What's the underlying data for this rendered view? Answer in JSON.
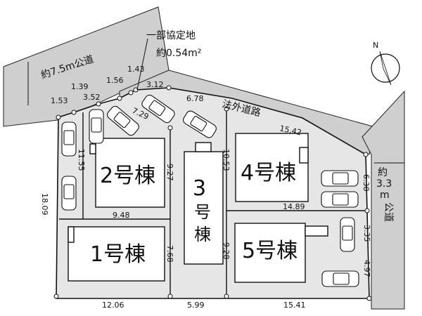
{
  "roads": {
    "top_left": "約7.5m公道",
    "top_right": "法外道路",
    "right_line1": "約",
    "right_line2": "3.3",
    "right_line3": "m",
    "right_line4": "公道"
  },
  "shared_land": {
    "line1": "一部協定地",
    "line2": "約0.54m²"
  },
  "north": {
    "label": "N"
  },
  "lots": {
    "lot1": "1号棟",
    "lot2": "2号棟",
    "lot3_num": "3",
    "lot3_a": "号",
    "lot3_b": "棟",
    "lot4": "4号棟",
    "lot5": "5号棟"
  },
  "dimensions": {
    "d153": "1.53",
    "d139": "1.39",
    "d352": "3.52",
    "d156": "1.56",
    "d143": "1.43",
    "d312": "3.12",
    "d678": "6.78",
    "d1542": "15.42",
    "d729": "7.29",
    "d1155": "11.55",
    "d927": "9.27",
    "d1053": "10.53",
    "d638": "6.38",
    "d1809": "18.09",
    "d948": "9.48",
    "d1489": "14.89",
    "d335": "3.35",
    "d768": "7.68",
    "d928": "9.28",
    "d497": "4.97",
    "d1206": "12.06",
    "d599": "5.99",
    "d1541": "15.41"
  }
}
